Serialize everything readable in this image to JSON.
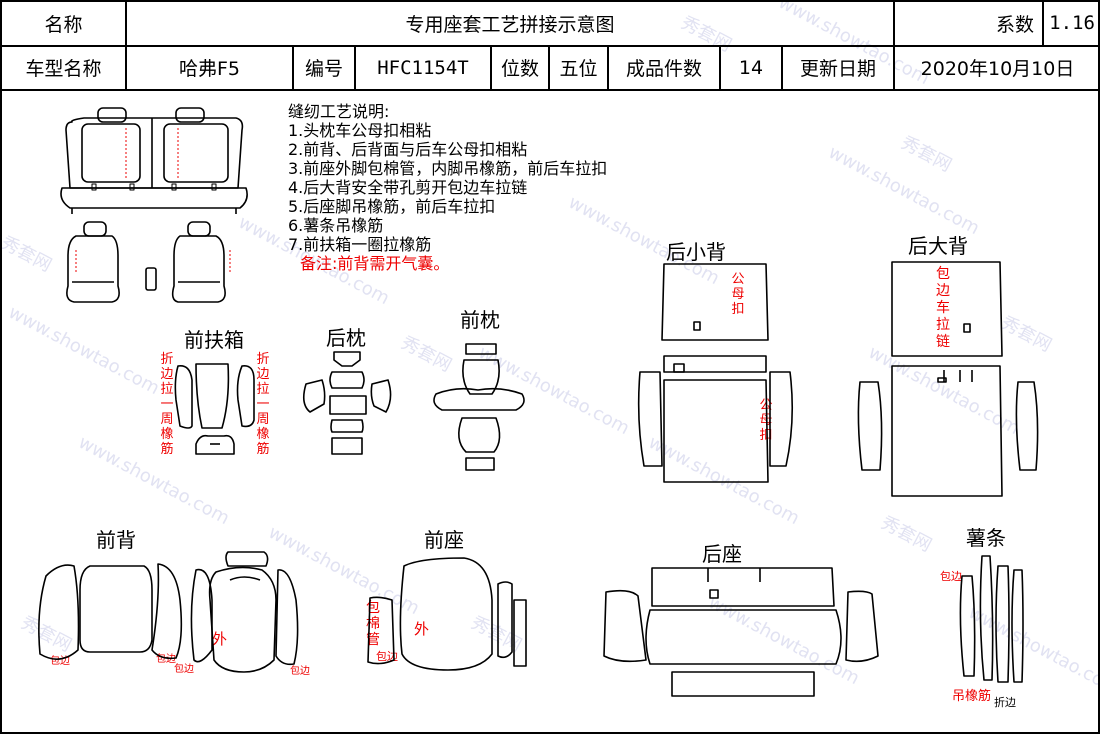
{
  "header": {
    "name_label": "名称",
    "title": "专用座套工艺拼接示意图",
    "coef_label": "系数",
    "coef_value": "1.16",
    "model_label": "车型名称",
    "model_value": "哈弗F5",
    "code_label": "编号",
    "code_value": "HFC1154T",
    "seats_label": "位数",
    "seats_value": "五位",
    "pieces_label": "成品件数",
    "pieces_value": "14",
    "date_label": "更新日期",
    "date_value": "2020年10月10日"
  },
  "notes": {
    "title": "缝纫工艺说明:",
    "items": [
      "1.头枕车公母扣相粘",
      "2.前背、后背面与后车公母扣相粘",
      "3.前座外脚包棉管，内脚吊橡筋，前后车拉扣",
      "4.后大背安全带孔剪开包边车拉链",
      "5.后座脚吊橡筋，前后车拉扣",
      "6.薯条吊橡筋",
      "7.前扶箱一圈拉橡筋"
    ],
    "remark": "备注:前背需开气囊。"
  },
  "sections": {
    "front_armrest": "前扶箱",
    "rear_headrest": "后枕",
    "front_headrest": "前枕",
    "rear_small_back": "后小背",
    "rear_big_back": "后大背",
    "front_back": "前背",
    "front_seat": "前座",
    "rear_seat": "后座",
    "fries": "薯条"
  },
  "annotations": {
    "armrest_left": "折边拉一周橡筋",
    "armrest_right": "折边拉一周橡筋",
    "small_back_1": "公母扣",
    "small_back_2": "公母扣",
    "big_back": "包边车拉链",
    "front_back_outer": "外",
    "front_back_edge1": "包边",
    "front_back_edge2": "包边",
    "front_back_edge3": "包边",
    "front_back_edge4": "包边",
    "front_seat_pipe": "包棉管",
    "front_seat_edge": "包边",
    "front_seat_outer": "外",
    "fries_edge": "包边",
    "fries_rubber": "吊橡筋",
    "fries_fold": "折边"
  },
  "watermark": {
    "cn": "秀套网",
    "url": "www.showtao.com"
  }
}
